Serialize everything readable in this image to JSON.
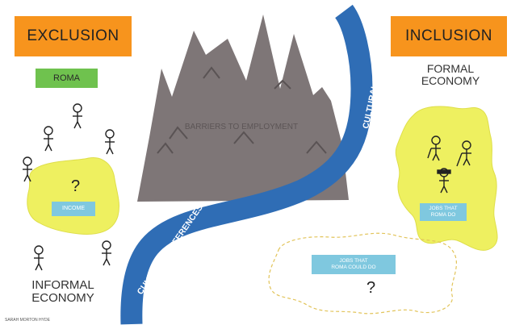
{
  "left": {
    "heading": "EXCLUSION",
    "group_label": "ROMA",
    "income_label": "INCOME",
    "question_mark": "?",
    "economy_line1": "INFORMAL",
    "economy_line2": "ECONOMY"
  },
  "right": {
    "heading": "INCLUSION",
    "economy_line1": "FORMAL",
    "economy_line2": "ECONOMY",
    "jobs_line1": "JOBS THAT",
    "jobs_line2": "ROMA DO",
    "could_line1": "JOBS THAT",
    "could_line2": "ROMA COULD DO",
    "question_mark": "?"
  },
  "center": {
    "mountain_label": "BARRIERS TO EMPLOYMENT",
    "river_label_top": "CULTURAL DIFFERENCES",
    "river_label_bottom": "CULTURAL DIFFERENCES"
  },
  "credit": "SARAH MORTON HYDE",
  "colors": {
    "orange": "#f7941d",
    "green": "#6fc24e",
    "river": "#2f6db5",
    "mountain": "#7e7677",
    "yellow": "#f0f05a",
    "label_blue": "#7fc8df"
  }
}
